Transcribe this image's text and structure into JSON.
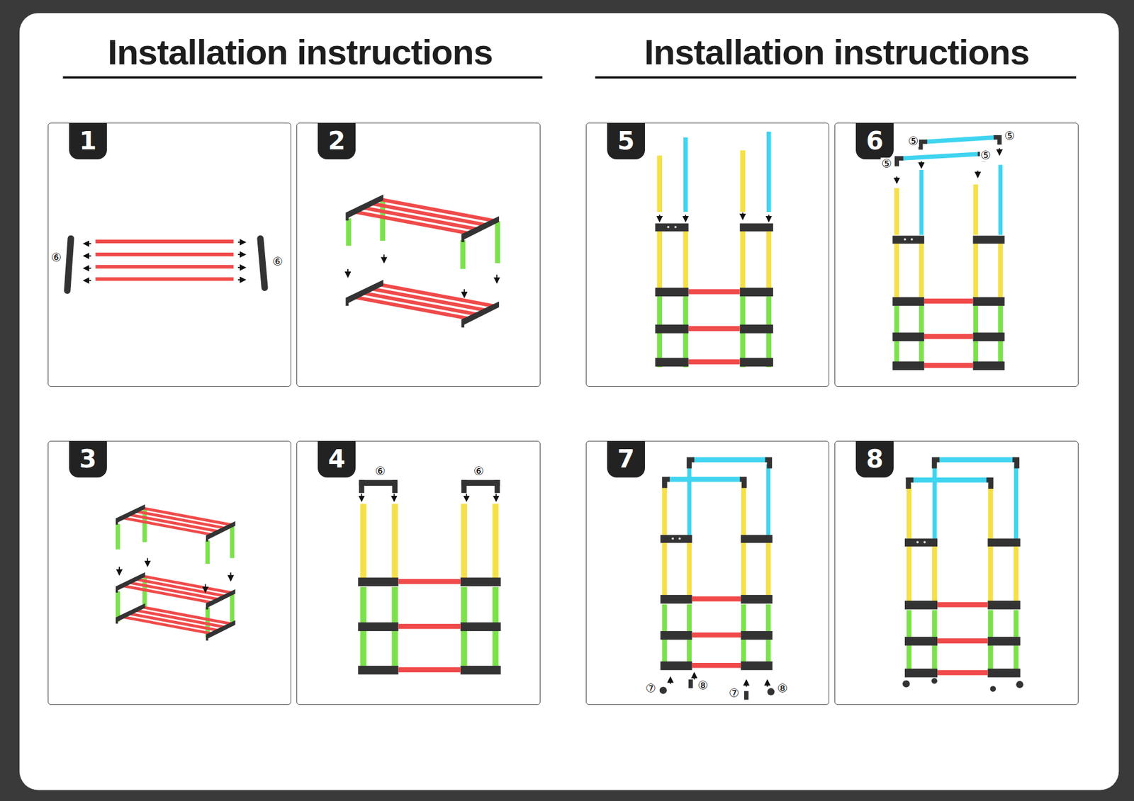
{
  "diagram": {
    "title": "Installation instructions",
    "nodes": [
      {
        "text": [
          "1"
        ]
      },
      {
        "text": [
          "2"
        ]
      },
      {
        "text": [
          "3"
        ]
      },
      {
        "text": [
          "4"
        ]
      },
      {
        "text": [
          "5"
        ]
      },
      {
        "text": [
          "6"
        ]
      },
      {
        "text": [
          "7"
        ]
      },
      {
        "text": [
          "8"
        ]
      }
    ],
    "labels": [
      "Installation instructions",
      "⑥",
      "⑥",
      "⑥",
      "⑥",
      "⑤",
      "⑤",
      "⑤",
      "⑤",
      "⑦",
      "⑧",
      "⑦",
      "⑧"
    ]
  }
}
